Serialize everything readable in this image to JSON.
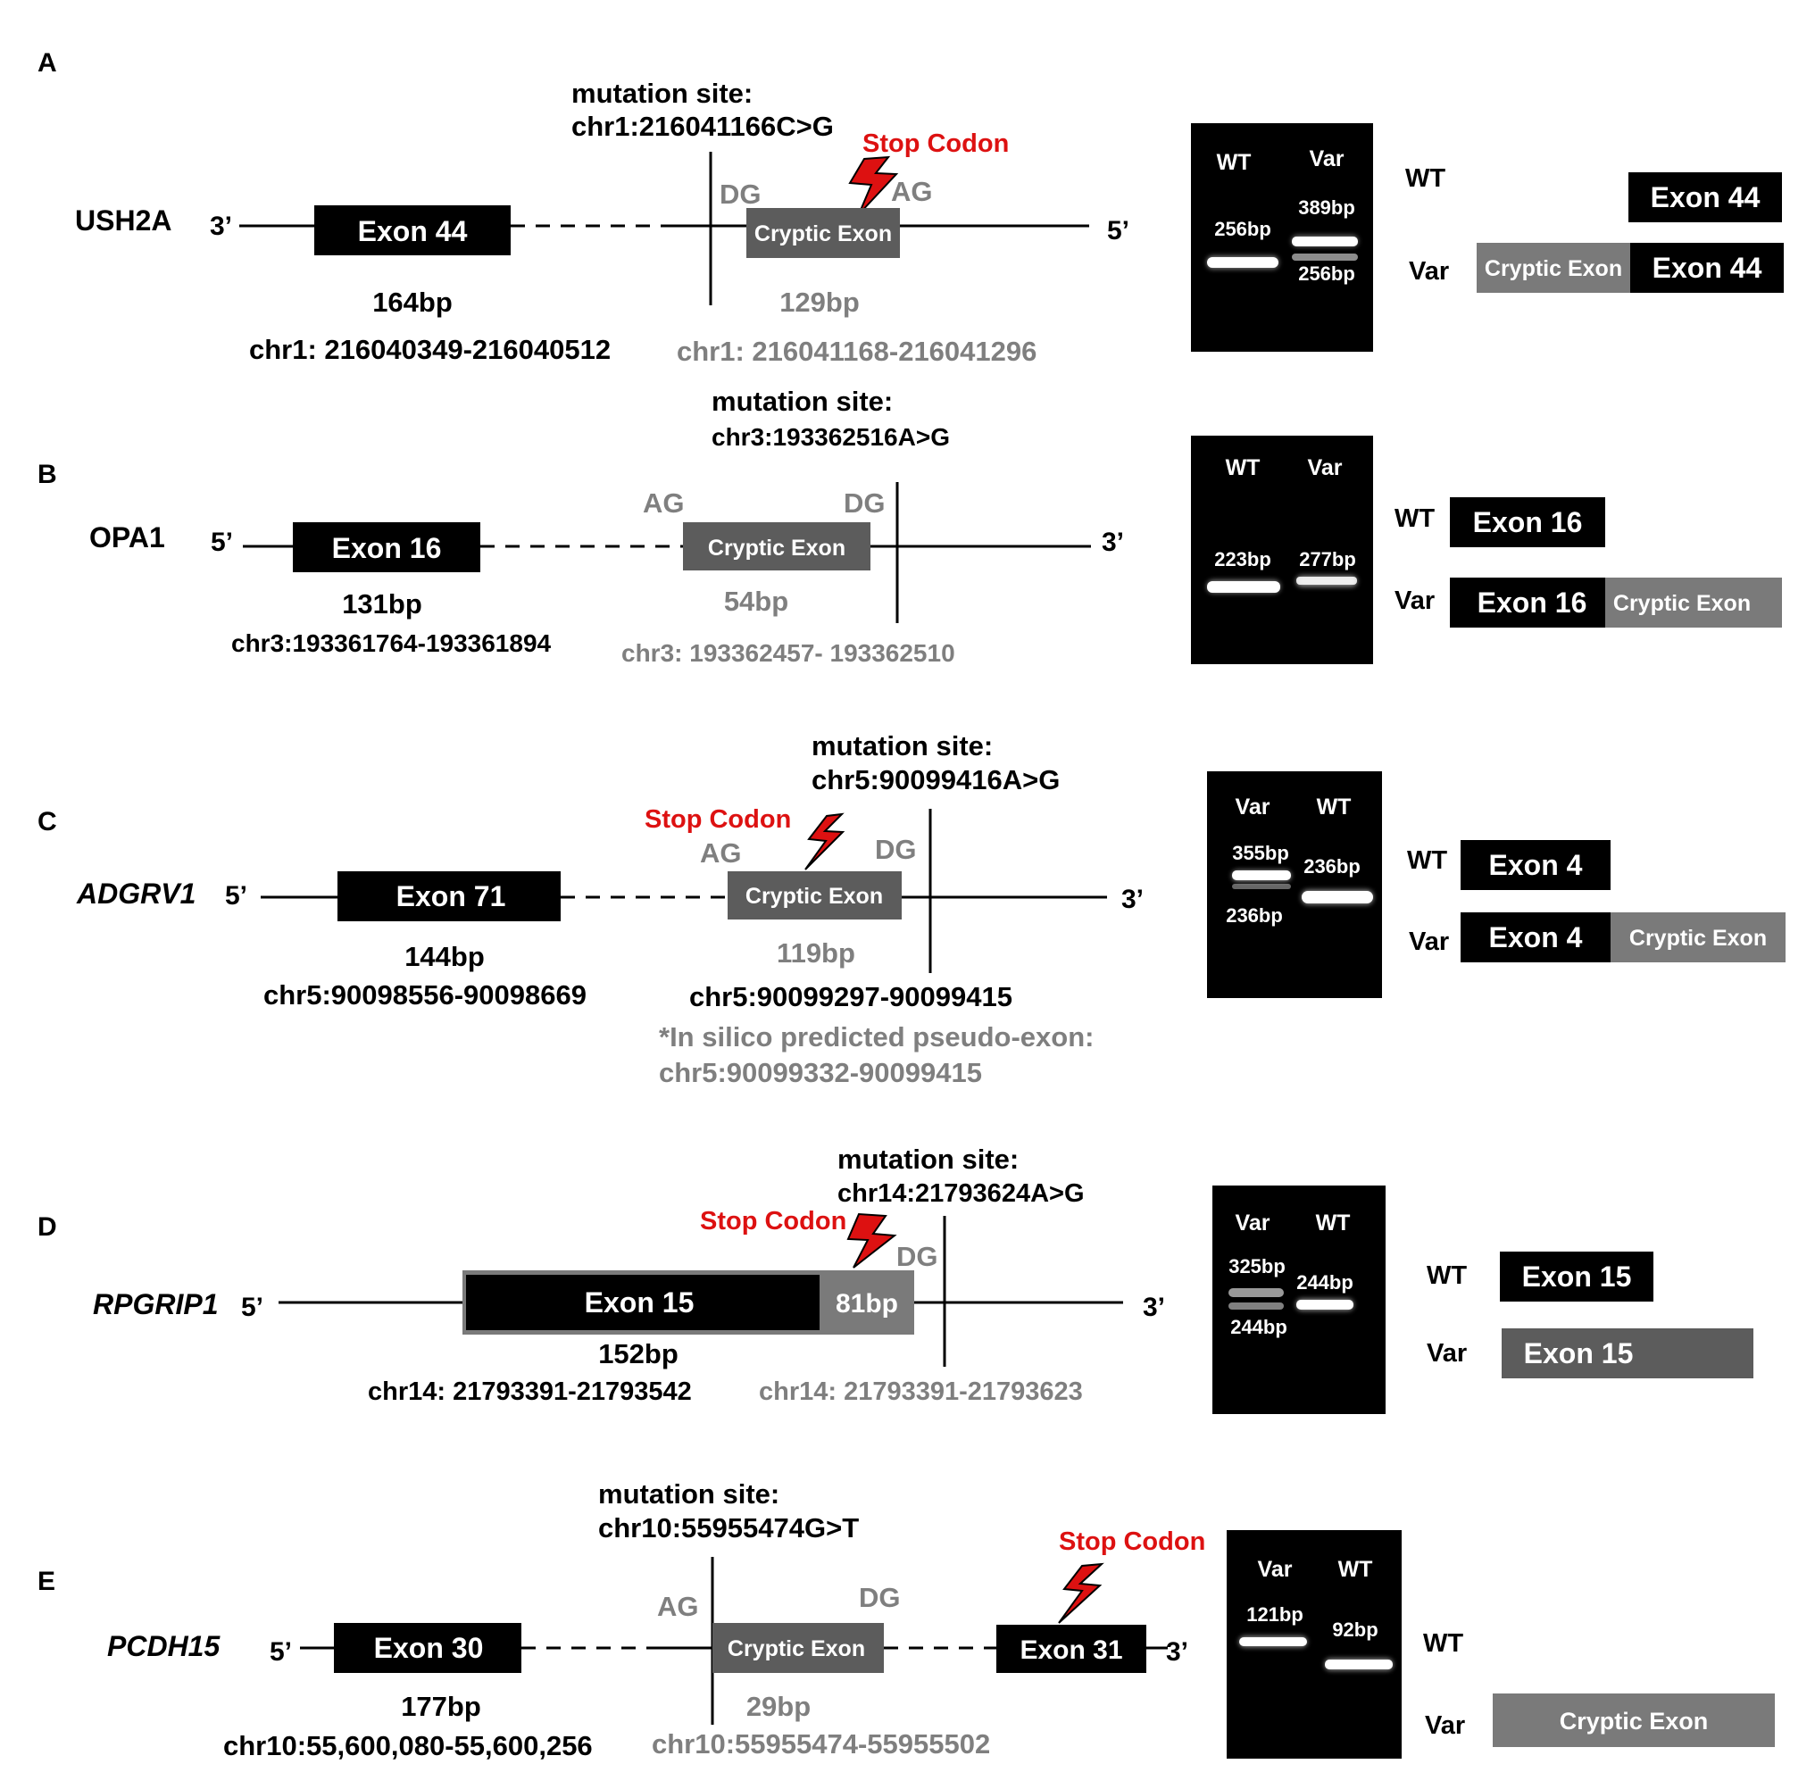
{
  "panels": [
    {
      "letter": "A",
      "gene": "USH2A",
      "gene_italic": false,
      "end_left": "3’",
      "end_right": "5’",
      "exon_name": "Exon 44",
      "exon_size": "164bp",
      "exon_coords": "chr1: 216040349-216040512",
      "mutation_title": "mutation site:",
      "mutation_coord": "chr1:216041166C>G",
      "stop_codon": "Stop Codon",
      "cryptic_label": "Cryptic Exon",
      "cryptic_size": "129bp",
      "cryptic_coords": "chr1: 216041168-216041296",
      "site_left": "DG",
      "site_right": "AG",
      "gel": {
        "lane_labels": [
          "WT",
          "Var"
        ],
        "band_labels": [
          "256bp",
          "389bp",
          "256bp"
        ]
      },
      "isoform_wt_label": "WT",
      "isoform_var_label": "Var",
      "isoform_wt": [
        "Exon 44"
      ],
      "isoform_var": [
        "Cryptic Exon",
        "Exon 44"
      ]
    },
    {
      "letter": "B",
      "gene": "OPA1",
      "gene_italic": false,
      "end_left": "5’",
      "end_right": "3’",
      "exon_name": "Exon 16",
      "exon_size": "131bp",
      "exon_coords": "chr3:193361764-193361894",
      "mutation_title": "mutation site:",
      "mutation_coord": "chr3:193362516A>G",
      "cryptic_label": "Cryptic Exon",
      "cryptic_size": "54bp",
      "cryptic_coords": "chr3: 193362457- 193362510",
      "site_left": "AG",
      "site_right": "DG",
      "gel": {
        "lane_labels": [
          "WT",
          "Var"
        ],
        "band_labels": [
          "223bp",
          "277bp"
        ]
      },
      "isoform_wt_label": "WT",
      "isoform_var_label": "Var",
      "isoform_wt": [
        "Exon 16"
      ],
      "isoform_var": [
        "Exon 16",
        "Cryptic Exon"
      ]
    },
    {
      "letter": "C",
      "gene": "ADGRV1",
      "gene_italic": true,
      "end_left": "5’",
      "end_right": "3’",
      "exon_name": "Exon 71",
      "exon_size": "144bp",
      "exon_coords": "chr5:90098556-90098669",
      "mutation_title": "mutation site:",
      "mutation_coord": "chr5:90099416A>G",
      "stop_codon": "Stop Codon",
      "cryptic_label": "Cryptic Exon",
      "cryptic_size": "119bp",
      "cryptic_coords": "chr5:90099297-90099415",
      "note_line1": "*In silico predicted pseudo-exon:",
      "note_line2": "chr5:90099332-90099415",
      "site_left": "AG",
      "site_right": "DG",
      "gel": {
        "lane_labels": [
          "Var",
          "WT"
        ],
        "band_labels": [
          "355bp",
          "236bp",
          "236bp"
        ]
      },
      "isoform_wt_label": "WT",
      "isoform_var_label": "Var",
      "isoform_wt": [
        "Exon 4"
      ],
      "isoform_var": [
        "Exon 4",
        "Cryptic Exon"
      ]
    },
    {
      "letter": "D",
      "gene": "RPGRIP1",
      "gene_italic": true,
      "end_left": "5’",
      "end_right": "3’",
      "exon_name": "Exon 15",
      "exon_ext": "81bp",
      "exon_size": "152bp",
      "exon_coords": "chr14: 21793391-21793542",
      "ext_coords": "chr14: 21793391-21793623",
      "mutation_title": "mutation site:",
      "mutation_coord": "chr14:21793624A>G",
      "stop_codon": "Stop Codon",
      "site_right": "DG",
      "gel": {
        "lane_labels": [
          "Var",
          "WT"
        ],
        "band_labels": [
          "325bp",
          "244bp",
          "244bp"
        ]
      },
      "isoform_wt_label": "WT",
      "isoform_var_label": "Var",
      "isoform_wt": [
        "Exon 15"
      ],
      "isoform_var": [
        "Exon 15"
      ]
    },
    {
      "letter": "E",
      "gene": "PCDH15",
      "gene_italic": true,
      "end_left": "5’",
      "end_right": "3’",
      "exon_name": "Exon 30",
      "exon_size": "177bp",
      "exon_coords": "chr10:55,600,080-55,600,256",
      "exon2_name": "Exon 31",
      "mutation_title": "mutation site:",
      "mutation_coord": "chr10:55955474G>T",
      "stop_codon": "Stop Codon",
      "cryptic_label": "Cryptic Exon",
      "cryptic_size": "29bp",
      "cryptic_coords": "chr10:55955474-55955502",
      "site_left": "AG",
      "site_right": "DG",
      "gel": {
        "lane_labels": [
          "Var",
          "WT"
        ],
        "band_labels": [
          "121bp",
          "92bp"
        ]
      },
      "isoform_wt_label": "WT",
      "isoform_var_label": "Var",
      "isoform_wt": [],
      "isoform_var": [
        "Cryptic Exon"
      ]
    }
  ],
  "colors": {
    "exon": "#000000",
    "cryptic": "#5c5c5c",
    "cryptic_light": "#7a7a7a",
    "grey_text": "#7f7f7f",
    "stop": "#dd1111",
    "gel_bg": "#000000",
    "band": "#ffffff"
  }
}
